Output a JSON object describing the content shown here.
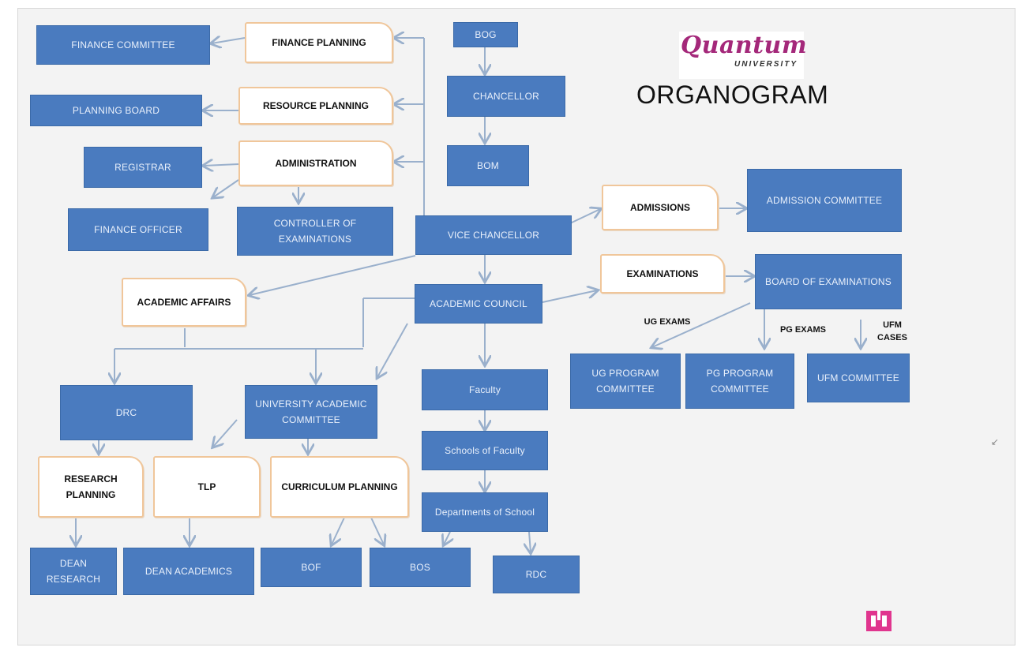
{
  "title": "ORGANOGRAM",
  "logo": {
    "name": "Quantum",
    "sub": "UNIVERSITY"
  },
  "colors": {
    "blue_box": "#4a7bbf",
    "blue_text": "#e9f0fb",
    "orange_border": "#f0c69a",
    "arrow": "#9ab0cc",
    "logo": "#a4287a"
  },
  "boxes": {
    "bog": "BOG",
    "chancellor": "CHANCELLOR",
    "bom": "BOM",
    "vice_chancellor": "VICE CHANCELLOR",
    "finance_committee": "FINANCE COMMITTEE",
    "planning_board": "PLANNING BOARD",
    "registrar": "REGISTRAR",
    "finance_officer": "FINANCE OFFICER",
    "controller": "CONTROLLER OF EXAMINATIONS",
    "admission_committee": "ADMISSION COMMITTEE",
    "board_of_exams": "BOARD OF EXAMINATIONS",
    "academic_council": "ACADEMIC COUNCIL",
    "ug_committee": "UG PROGRAM COMMITTEE",
    "pg_committee": "PG PROGRAM COMMITTEE",
    "ufm_committee": "UFM COMMITTEE",
    "drc": "DRC",
    "university_academic": "UNIVERSITY ACADEMIC COMMITTEE",
    "faculty": "Faculty",
    "schools": "Schools of Faculty",
    "departments": "Departments of School",
    "dean_research": "DEAN RESEARCH",
    "dean_academics": "DEAN ACADEMICS",
    "bof": "BOF",
    "bos": "BOS",
    "rdc": "RDC"
  },
  "functions": {
    "finance_planning": "FINANCE PLANNING",
    "resource_planning": "RESOURCE PLANNING",
    "administration": "ADMINISTRATION",
    "admissions": "ADMISSIONS",
    "examinations": "EXAMINATIONS",
    "academic_affairs": "ACADEMIC AFFAIRS",
    "research_planning": "RESEARCH PLANNING",
    "tlp": "TLP",
    "curriculum_planning": "CURRICULUM PLANNING"
  },
  "labels": {
    "ug_exams": "UG EXAMS",
    "pg_exams": "PG EXAMS",
    "ufm_cases": "UFM CASES"
  }
}
